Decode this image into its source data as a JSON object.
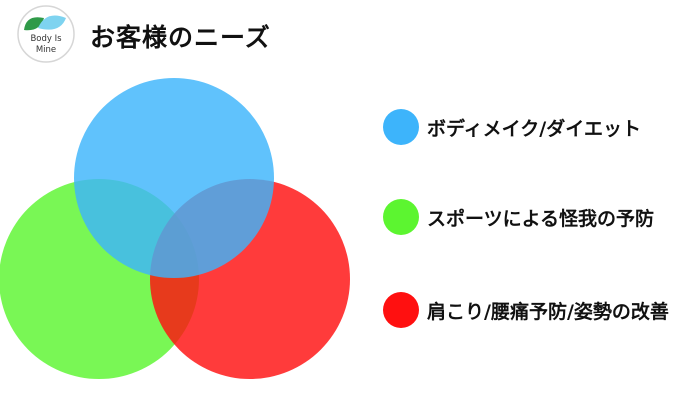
{
  "header": {
    "title": "お客様のニーズ",
    "logo": {
      "line1": "Body Is",
      "line2": "Mine",
      "icon": "leaf-logo-icon"
    }
  },
  "needs": [
    {
      "label": "ボディメイク/ダイエット",
      "color": "#3db4fb"
    },
    {
      "label": "スポーツによる怪我の予防",
      "color": "#5cf530"
    },
    {
      "label": "肩こり/腰痛予防/姿勢の改善",
      "color": "#ff1010"
    }
  ],
  "venn": {
    "fill_opacity": 0.82
  }
}
